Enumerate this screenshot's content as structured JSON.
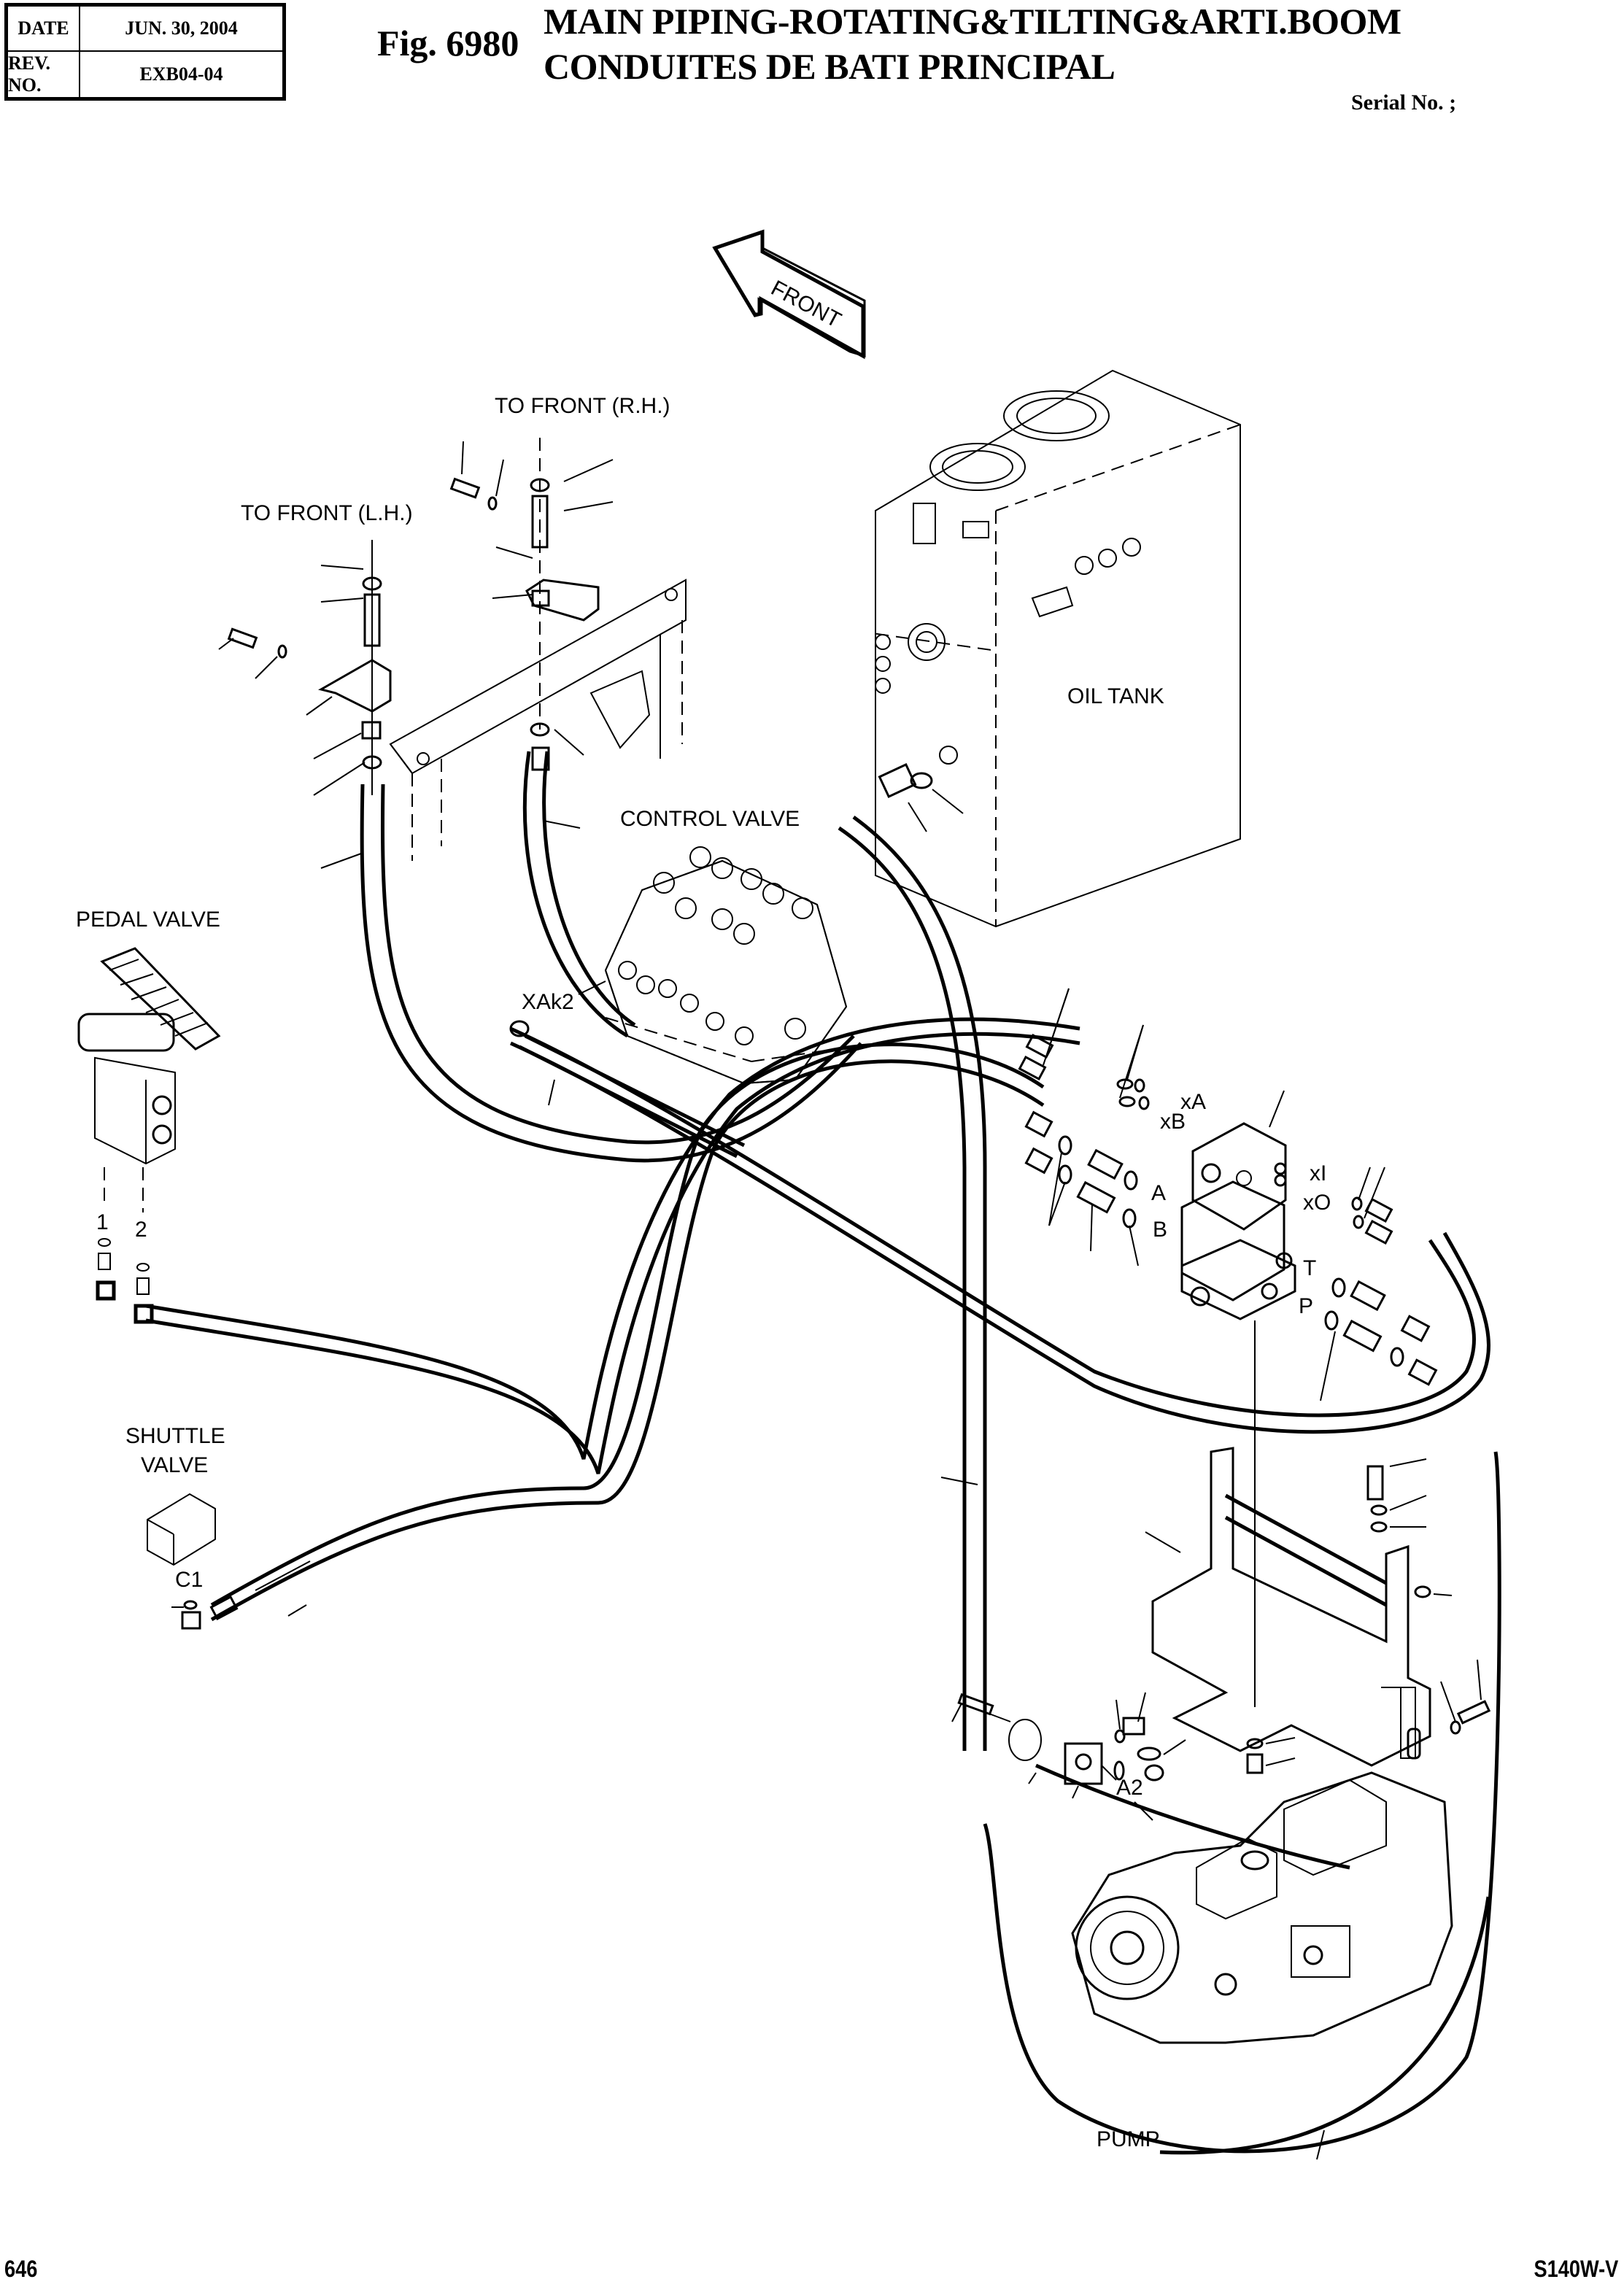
{
  "header": {
    "date_label": "DATE",
    "date_value": "JUN. 30, 2004",
    "rev_label": "REV. NO.",
    "rev_value": "EXB04-04",
    "figure_number": "Fig. 6980",
    "title_en": "MAIN PIPING-ROTATING&TILTING&ARTI.BOOM",
    "title_fr": "CONDUITES DE BATI PRINCIPAL",
    "serial": "Serial No. ;"
  },
  "footer": {
    "page_number": "646",
    "model": "S140W-V"
  },
  "diagram": {
    "direction_arrow": "FRONT",
    "components": {
      "to_front_rh": "TO FRONT (R.H.)",
      "to_front_lh": "TO FRONT (L.H.)",
      "oil_tank": "OIL TANK",
      "control_valve": "CONTROL VALVE",
      "pedal_valve": "PEDAL VALVE",
      "shuttle_valve_line1": "SHUTTLE",
      "shuttle_valve_line2": "VALVE",
      "pump": "PUMP"
    },
    "ports": {
      "xak2": "XAk2",
      "pedal_port_1": "1",
      "pedal_port_2": "2",
      "c1": "C1",
      "xa": "xA",
      "xb": "xB",
      "a": "A",
      "b": "B",
      "xi": "xI",
      "xo": "xO",
      "t": "T",
      "p": "P",
      "a2": "A2"
    }
  }
}
